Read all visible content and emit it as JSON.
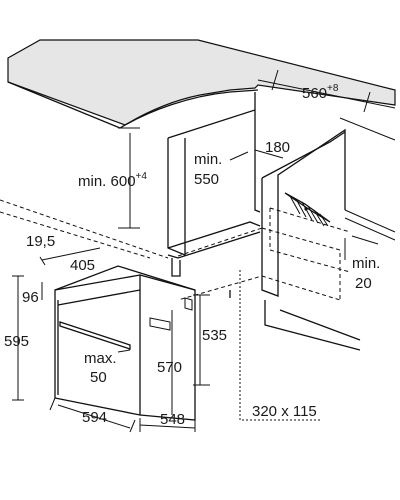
{
  "labels": {
    "depth_min": "560",
    "depth_min_sup": "+8",
    "height_min": "min. 600",
    "height_min_sup": "+4",
    "inner_min": "min.",
    "inner_min_val": "550",
    "vent_width": "180",
    "gap_min": "min.",
    "gap_min_val": "20",
    "offset_a": "19,5",
    "width_a": "405",
    "panel_h": "96",
    "total_h": "595",
    "niche_h": "535",
    "door_h": "570",
    "max_label": "max.",
    "max_val": "50",
    "width_total": "594",
    "depth_total": "548",
    "cutout": "320 x 115"
  }
}
